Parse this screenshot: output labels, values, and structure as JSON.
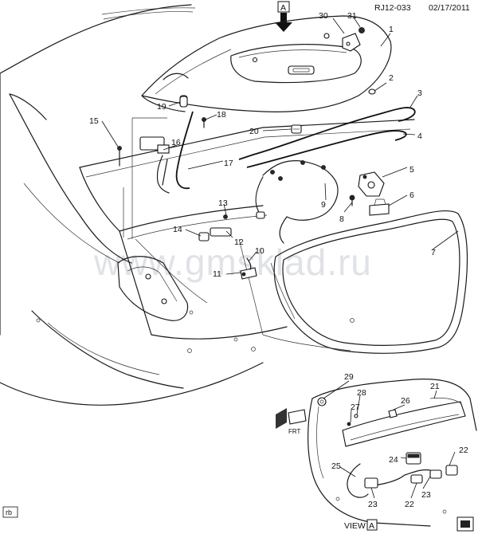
{
  "header": {
    "ref_code": "RJ12-033",
    "date": "02/17/2011"
  },
  "view_marker": {
    "letter": "A"
  },
  "inset": {
    "view_label": "VIEW",
    "view_letter": "A",
    "fwd_label": "FRT"
  },
  "corner_tag": "rb",
  "watermark": "www.gmsklad.ru",
  "callouts": [
    "1",
    "2",
    "3",
    "4",
    "5",
    "6",
    "7",
    "8",
    "9",
    "10",
    "11",
    "12",
    "13",
    "14",
    "15",
    "16",
    "17",
    "18",
    "19",
    "20",
    "21",
    "22",
    "23",
    "24",
    "25",
    "26",
    "27",
    "28",
    "29",
    "30",
    "31"
  ]
}
